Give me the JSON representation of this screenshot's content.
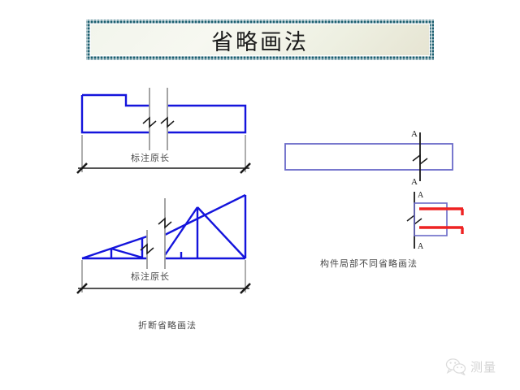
{
  "slide": {
    "background_color": "#ffffff",
    "title": "省略画法"
  },
  "theme": {
    "title_border_color": "#1b5f70",
    "outline_blue": "#1414dc",
    "section_blue": "#6a6ac8",
    "rebar_red": "#ee2222",
    "break_line_gray": "#9a9a9a",
    "dimension_black": "#1a1a1a",
    "caption_gray": "#4a4a4a"
  },
  "figures": {
    "stepped_bar": {
      "name": "标注原长",
      "caption": "标注原长",
      "dimension_label": "标注原长"
    },
    "truss": {
      "caption": "折断省略画法",
      "dimension_label": "标注原长"
    },
    "beam_plan": {
      "section_label_top": "A",
      "section_label_bottom": "A"
    },
    "beam_section": {
      "section_label_top": "A",
      "section_label_bottom": "A",
      "caption": "构件局部不同省略画法"
    }
  },
  "watermark": {
    "icon": "wechat-icon",
    "label": "测量"
  }
}
